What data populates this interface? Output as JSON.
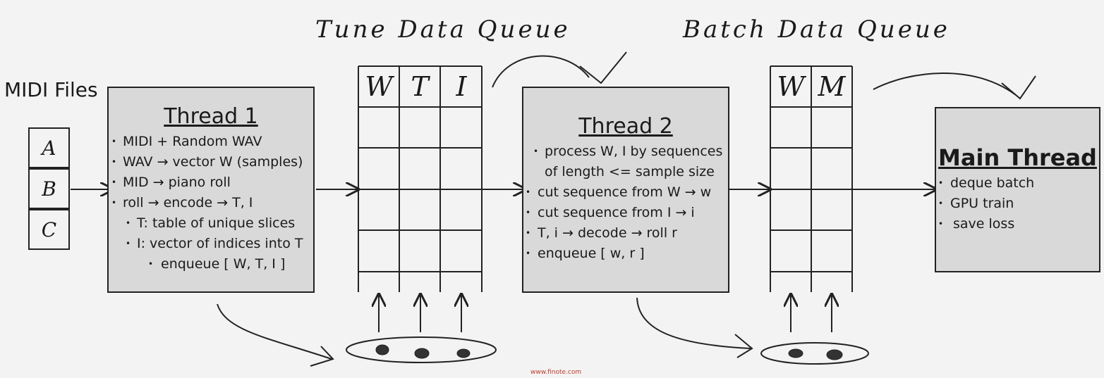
{
  "titles": {
    "midi_files": "MIDI Files",
    "tune_queue": "Tune Data Queue",
    "batch_queue": "Batch Data Queue"
  },
  "files": [
    "A",
    "B",
    "C"
  ],
  "thread1": {
    "title": "Thread 1",
    "bullets": [
      "MIDI + Random WAV",
      "WAV → vector W (samples)",
      "MID → piano roll",
      "roll → encode → T, I",
      "T: table of unique slices",
      "I: vector of indices into T",
      "enqueue [ W, T, I ]"
    ]
  },
  "tune_queue_columns": [
    "W",
    "T",
    "I"
  ],
  "thread2": {
    "title": "Thread 2",
    "bullets": [
      "process W, I by sequences",
      "of length <= sample size",
      "cut sequence from W → w",
      "cut sequence from I → i",
      "T, i → decode → roll r",
      "enqueue [ w, r ]"
    ]
  },
  "batch_queue_columns": [
    "W",
    "M"
  ],
  "main_thread": {
    "title": "Main Thread",
    "bullets": [
      "deque batch",
      "GPU train",
      "save loss"
    ]
  },
  "watermark": "www.finote.com"
}
